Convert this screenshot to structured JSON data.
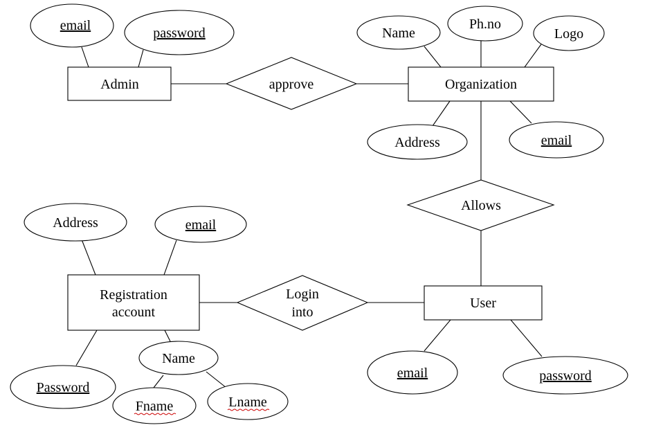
{
  "diagram": {
    "entities": {
      "admin": "Admin",
      "organization": "Organization",
      "registration_account": [
        "Registration",
        "account"
      ],
      "user": "User"
    },
    "relationships": {
      "approve": "approve",
      "allows": "Allows",
      "login_into": [
        "Login",
        "into"
      ]
    },
    "attributes": {
      "admin_email": "email",
      "admin_password": "password",
      "org_name": "Name",
      "org_phno": "Ph.no",
      "org_logo": "Logo",
      "org_address": "Address",
      "org_email": "email",
      "reg_address": "Address",
      "reg_email": "email",
      "reg_password": "Password",
      "reg_name": "Name",
      "reg_fname": "Fname",
      "reg_lname": "Lname",
      "user_email": "email",
      "user_password": "password"
    }
  }
}
